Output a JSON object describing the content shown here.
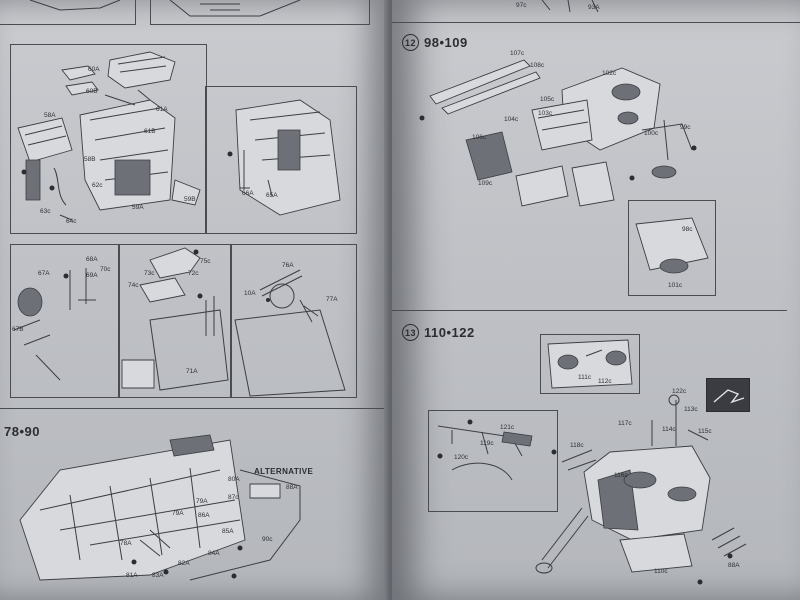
{
  "steps": {
    "s78": {
      "range": "78•90",
      "note": "ALTERNATIVE",
      "labels": [
        "80A",
        "88A",
        "87c",
        "79A",
        "79A",
        "86A",
        "85A",
        "78A",
        "84A",
        "83A",
        "81A",
        "82A",
        "90c"
      ]
    },
    "s12": {
      "number": "12",
      "range": "98•109",
      "labels": [
        "107c",
        "108c",
        "102c",
        "105c",
        "103c",
        "104c",
        "106c",
        "109c",
        "99c",
        "98c",
        "100c",
        "101c",
        "97c",
        "93A"
      ]
    },
    "s13": {
      "number": "13",
      "range": "110•122",
      "labels": [
        "111c",
        "112c",
        "121c",
        "119c",
        "120c",
        "122c",
        "113c",
        "117c",
        "114c",
        "115c",
        "116c",
        "118c",
        "110c",
        "88A"
      ]
    },
    "top_left": {
      "labels": [
        "60A",
        "60B",
        "61A",
        "61B",
        "58A",
        "58B",
        "62c",
        "63c",
        "64c",
        "59A",
        "59B",
        "66A",
        "65A"
      ]
    },
    "mid_left": {
      "labels": [
        "67A",
        "68A",
        "69A",
        "70c",
        "72c",
        "73c",
        "74c",
        "75c",
        "71A",
        "76A",
        "77A",
        "10A",
        "67B"
      ]
    }
  }
}
